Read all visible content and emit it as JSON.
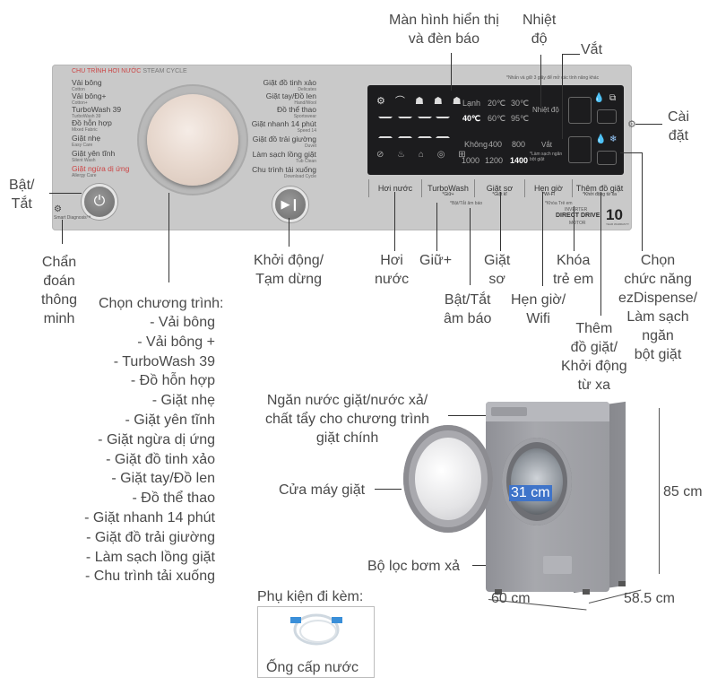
{
  "colors": {
    "panel": "#c9c9c9",
    "display": "#1c1c1e",
    "accent_red": "#cc4444",
    "size_badge": "#3f74c9"
  },
  "panel": {
    "steam_cycle_title": "CHU TRÌNH HƠI NƯỚC",
    "steam_cycle_title_en": "STEAM CYCLE",
    "left_programs": [
      {
        "vi": "Vải bông",
        "en": "Cotton"
      },
      {
        "vi": "Vải bông+",
        "en": "Cotton+"
      },
      {
        "vi": "TurboWash 39",
        "en": "TurboWash 39"
      },
      {
        "vi": "Đồ hỗn hợp",
        "en": "Mixed Fabric"
      },
      {
        "vi": "Giặt nhẹ",
        "en": "Easy Care"
      },
      {
        "vi": "Giặt yên tĩnh",
        "en": "Silent Wash"
      },
      {
        "vi": "Giặt ngừa dị ứng",
        "en": "Allergy Care"
      }
    ],
    "right_programs": [
      {
        "vi": "Giặt đồ tinh xảo",
        "en": "Delicates"
      },
      {
        "vi": "Giặt tay/Đồ len",
        "en": "Hand/Wool"
      },
      {
        "vi": "Đồ thể thao",
        "en": "Sportswear"
      },
      {
        "vi": "Giặt nhanh 14 phút",
        "en": "Speed 14"
      },
      {
        "vi": "Giặt đồ trải giường",
        "en": "Duvet"
      },
      {
        "vi": "Làm sạch lồng giặt",
        "en": "Tub Clean"
      },
      {
        "vi": "Chu trình tải xuống",
        "en": "Download Cycle"
      }
    ],
    "smart_diagnosis": "Smart Diagnosis™",
    "display_note": "*Nhấn và giữ 3 giây để mở các tính năng khác",
    "display": {
      "temp_label_1": "Lạnh",
      "temp_20": "20℃",
      "temp_30": "30℃",
      "temp_40": "40℃",
      "temp_60": "60℃",
      "temp_95": "95℃",
      "spin_label": "Không",
      "spin_400": "400",
      "spin_800": "800",
      "spin_1000": "1000",
      "spin_1200": "1200",
      "spin_1400": "1400",
      "nhiet_do": "Nhiệt độ",
      "vat": "Vắt",
      "lam_sach": "*Làm sạch ngăn bột giặt"
    },
    "buttons": [
      {
        "label": "Hơi nước",
        "sub": ""
      },
      {
        "label": "TurboWash",
        "sub": "*Giữ+"
      },
      {
        "label": "Giặt sơ",
        "sub": "*Giặt kĩ"
      },
      {
        "label": "Hẹn giờ",
        "sub": "*Wi-Fi"
      },
      {
        "label": "Thêm đồ giặt",
        "sub": "*Khởi động từ xa"
      }
    ],
    "note_bat_tat": "*Bật/Tắt âm báo",
    "note_khoa": "*Khóa Trẻ em",
    "inverter": "INVERTER",
    "direct_drive": "DIRECT DRIVE",
    "motor": "MOTOR",
    "warranty": "10",
    "warranty_sub": "YEAR WARRANTY"
  },
  "callouts": {
    "man_hinh": "Màn hình hiển thị\nvà đèn báo",
    "nhiet_do": "Nhiệt\nđộ",
    "vat": "Vắt",
    "cai_dat": "Cài\nđặt",
    "bat_tat": "Bật/\nTắt",
    "chan_doan": "Chẩn\nđoán\nthông\nminh",
    "khoi_dong": "Khởi động/\nTạm dừng",
    "hoi_nuoc": "Hơi\nnước",
    "giu": "Giữ+",
    "giat_so": "Giặt\nsơ",
    "khoa": "Khóa\ntrẻ em",
    "chon_chuc_nang": "Chọn\nchức năng\nezDispense/\nLàm sạch\nngăn\nbột giặt",
    "bat_tat_am_bao": "Bật/Tắt\nâm báo",
    "hen_gio": "Hẹn giờ/\nWifi",
    "them_do": "Thêm\nđồ giặt/\nKhởi động\ntừ xa",
    "program_list_title": "Chọn chương trình:",
    "program_list": [
      "- Vải bông",
      "- Vải bông +",
      "- TurboWash 39",
      "- Đồ hỗn hợp",
      "- Giặt nhẹ",
      "- Giặt yên tĩnh",
      "- Giặt ngừa dị ứng",
      "- Giặt đồ tinh xảo",
      "- Giặt tay/Đồ len",
      "- Đồ thể thao",
      "- Giặt nhanh 14 phút",
      "- Giặt đồ trải giường",
      "- Làm sạch lồng giặt",
      "- Chu trình tải xuống"
    ],
    "ngan_nuoc": "Ngăn nước giặt/nước xả/\nchất tẩy cho chương trình\ngiặt chính",
    "cua_may": "Cửa máy giặt",
    "bo_loc": "Bộ lọc bơm xả",
    "drum_size": "31 cm",
    "height": "85 cm",
    "width": "60 cm",
    "depth": "58.5 cm",
    "accessory_title": "Phụ kiện đi kèm:",
    "accessory_name": "Ống cấp nước"
  }
}
